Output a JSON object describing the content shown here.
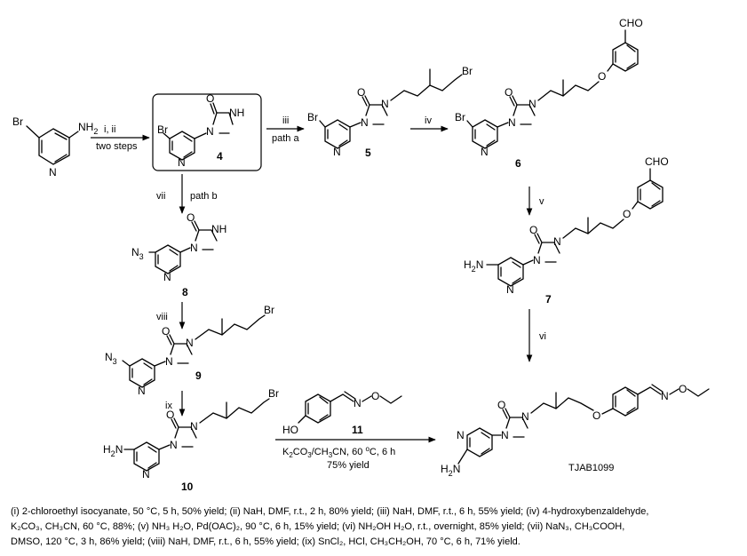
{
  "compounds": {
    "c4": "4",
    "c5": "5",
    "c6": "6",
    "c7": "7",
    "c8": "8",
    "c9": "9",
    "c10": "10",
    "c11": "11",
    "final": "TJAB1099"
  },
  "atoms": {
    "Br": "Br",
    "NH2": "NH",
    "NH2_sub": "2",
    "N": "N",
    "O": "O",
    "NH": "NH",
    "CHO": "CHO",
    "HO": "HO",
    "H2N_H": "H",
    "H2N_sub": "2",
    "H2N_N": "N",
    "N3_N": "N",
    "N3_sub": "3"
  },
  "arrows": {
    "step1_top": "i, ii",
    "step1_bottom": "two steps",
    "step_iii_top": "iii",
    "step_iii_bottom": "path a",
    "step_iv": "iv",
    "step_v": "v",
    "step_vi": "vi",
    "step_vii": "vii",
    "step_vii_path": "path b",
    "step_viii": "viii",
    "step_ix": "ix",
    "final_line1": "K2CO3/CH3CN, 60 oC, 6 h",
    "final_line2": "75% yield"
  },
  "legend": {
    "l1": "(i) 2-chloroethyl isocyanate, 50 °C, 5 h, 50% yield; (ii) NaH, DMF, r.t., 2 h, 80% yield; (iii) NaH, DMF, r.t., 6 h, 55% yield; (iv) 4-hydroxybenzaldehyde,",
    "l2": "K₂CO₃, CH₃CN, 60 °C, 88%; (v) NH₃  H₂O, Pd(OAC)₂, 90 °C, 6 h, 15% yield; (vi) NH₂OH  H₂O, r.t., overnight, 85% yield; (vii) NaN₃, CH₃COOH,",
    "l3": "DMSO, 120 °C, 3 h, 86% yield; (viii) NaH, DMF, r.t., 6 h, 55% yield; (ix) SnCl₂, HCl, CH₃CH₂OH, 70 °C, 6 h, 71% yield."
  }
}
